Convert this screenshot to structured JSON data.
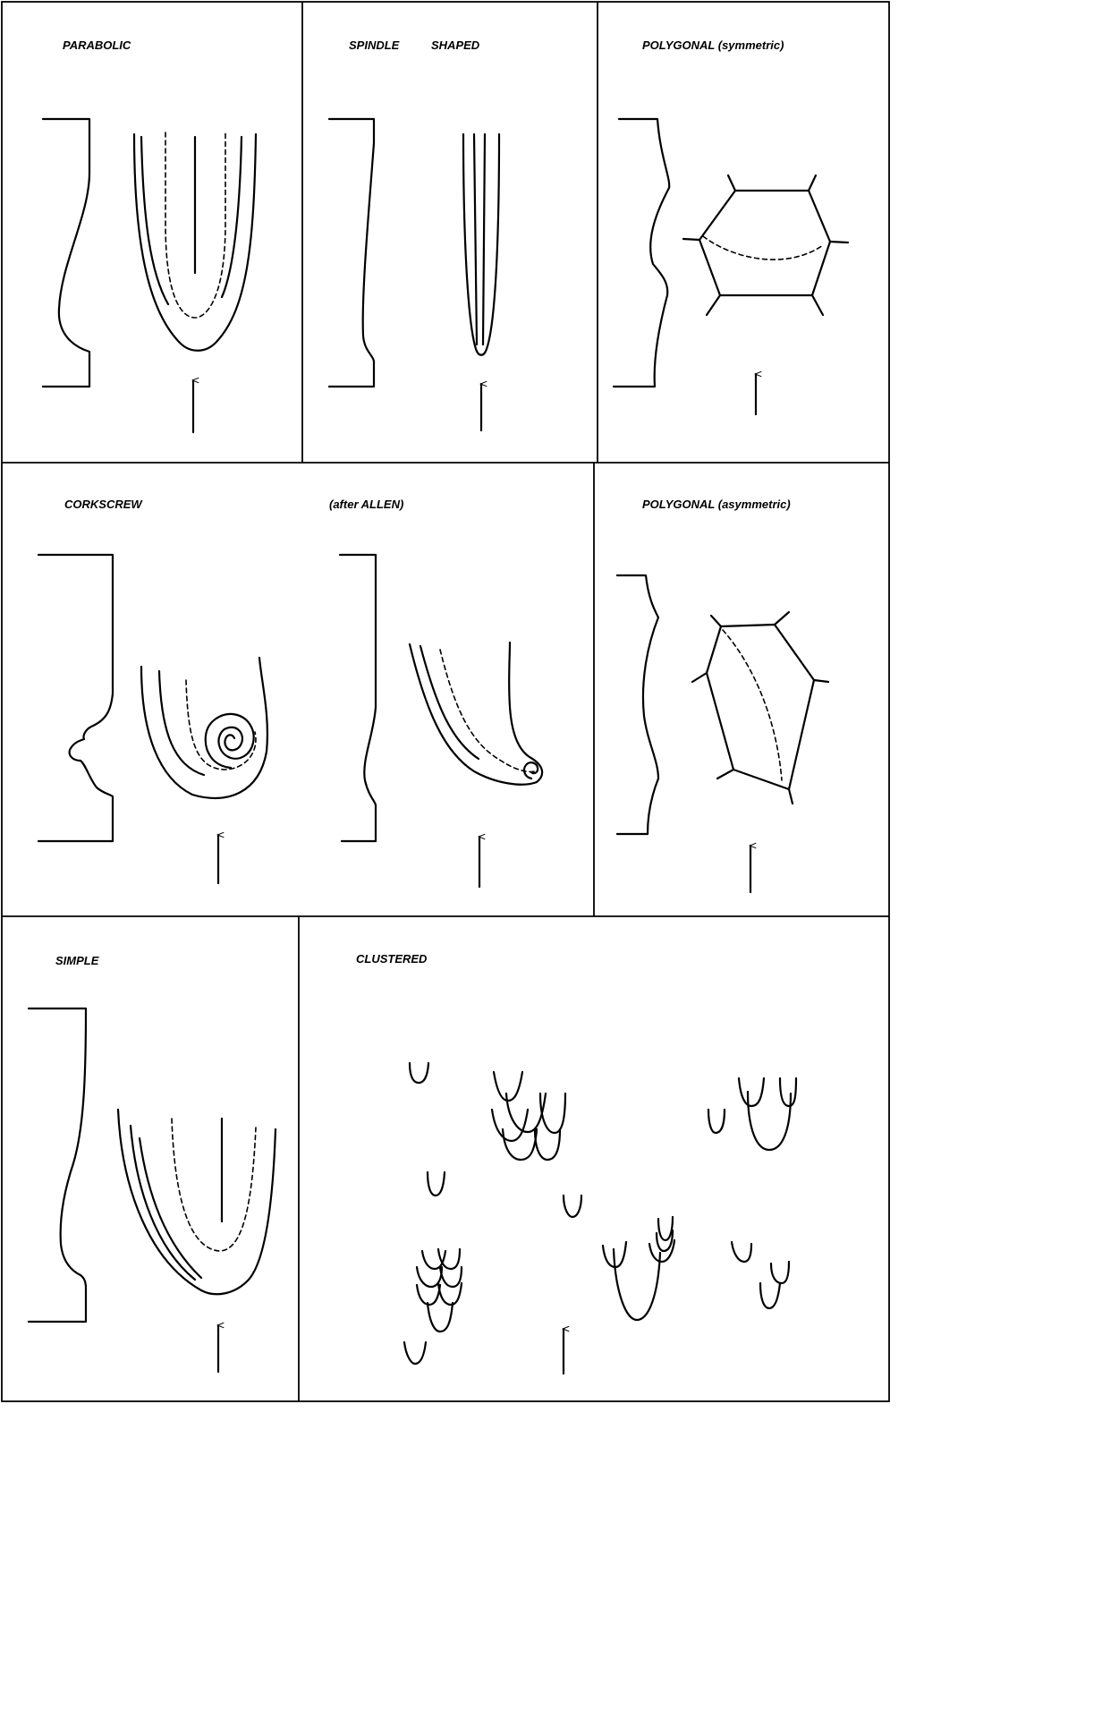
{
  "panels": {
    "parabolic": {
      "label": "PARABOLIC"
    },
    "spindle": {
      "label": "SPINDLE",
      "label2": "SHAPED"
    },
    "polygonal_symmetric": {
      "label": "POLYGONAL (symmetric)"
    },
    "corkscrew": {
      "label": "CORKSCREW"
    },
    "corkscrew_allen": {
      "label": "(after ALLEN)"
    },
    "polygonal_asymmetric": {
      "label": "POLYGONAL (asymmetric)"
    },
    "simple": {
      "label": "SIMPLE"
    },
    "clustered": {
      "label": "CLUSTERED"
    }
  },
  "icons": {
    "flow_direction": "up-arrow-icon"
  }
}
